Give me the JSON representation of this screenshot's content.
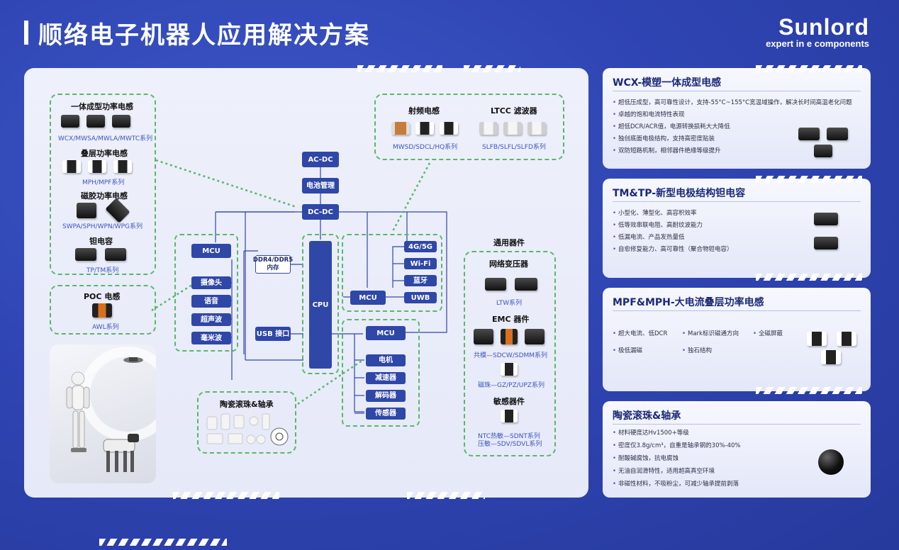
{
  "header": {
    "title": "顺络电子机器人应用解决方案"
  },
  "logo": {
    "name": "Sunlord",
    "tagline": "expert in e components"
  },
  "diagram": {
    "left_groups": [
      {
        "title": "一体成型功率电感",
        "caption": "WCX/MWSA/MWLA/MWTC系列"
      },
      {
        "title": "叠层功率电感",
        "caption": "MPH/MPF系列"
      },
      {
        "title": "磁胶功率电感",
        "caption": "SWPA/SPH/WPN/WPG系列"
      },
      {
        "title": "钽电容",
        "caption": "TP/TM系列"
      }
    ],
    "poc": {
      "title": "POC 电感",
      "caption": "AWL系列"
    },
    "rf": {
      "title": "射频电感",
      "caption": "MWSD/SDCL/HQ系列"
    },
    "ltcc": {
      "title": "LTCC 滤波器",
      "caption": "SLFB/SLFL/SLFD系列"
    },
    "ceramic": {
      "title": "陶瓷滚珠&轴承"
    },
    "general": {
      "title": "通用器件",
      "net": {
        "title": "网络变压器",
        "caption": "LTW系列"
      },
      "emc": {
        "title": "EMC 器件",
        "caption1": "共模—SDCW/SDMM系列",
        "caption2": "磁珠—GZ/PZ/UPZ系列"
      },
      "sensor": {
        "title": "敏感器件",
        "caption1": "NTC热敏—SDNT系列",
        "caption2": "压敏—SDV/SDVL系列"
      }
    },
    "blocks": {
      "acdc": "AC-DC",
      "battery": "电池管理",
      "dcdc": "DC-DC",
      "cpu": "CPU",
      "mcu_left": "MCU",
      "camera": "摄像头",
      "voice": "语音",
      "ultrasonic": "超声波",
      "mmwave": "毫米波",
      "ddr": "DDR4/DDR5\n内存",
      "usb": "USB 接口",
      "mcu_right": "MCU",
      "g4": "4G/5G",
      "wifi": "Wi-Fi",
      "bt": "蓝牙",
      "uwb": "UWB",
      "mcu_bottom": "MCU",
      "motor": "电机",
      "reducer": "减速器",
      "encoder": "解码器",
      "sensor": "传感器"
    }
  },
  "cards": [
    {
      "title": "WCX-模塑一体成型电感",
      "items": [
        "超低压成型，高可靠性设计，支持-55°C~155°C宽温域操作，解决长时间高温老化问题",
        "卓越的饱和电流特性表现",
        "超低DCR/ACR值，电源转换损耗大大降低",
        "独创底面电极结构，支持高密度贴装",
        "双防短路机制，相邻器件绝缘等级提升"
      ]
    },
    {
      "title": "TM&TP-新型电极结构钽电容",
      "items": [
        "小型化、薄型化、高容积效率",
        "低等效串联电阻、高耐纹波能力",
        "低漏电流、产品发热量低",
        "自愈修复能力、高可靠性（聚合物钽电容）"
      ]
    },
    {
      "title": "MPF&MPH-大电流叠层功率电感",
      "items": [
        "超大电流、低DCR",
        "Mark标识磁通方向",
        "全磁屏蔽",
        "极低漏磁",
        "独石结构"
      ]
    },
    {
      "title": "陶瓷滚珠&轴承",
      "items": [
        "材料硬度达Hv1500+等级",
        "密度仅3.8g/cm³，自重是轴承钢的30%-40%",
        "耐酸碱腐蚀，抗电腐蚀",
        "无油自润滑特性，适用超高真空环境",
        "非磁性材料，不吸粉尘，可减少轴承提前剥落"
      ]
    }
  ],
  "colors": {
    "background": "#2f45b3",
    "accent": "#2f47a7",
    "dash": "#59b76a",
    "link": "#3b55c4"
  }
}
